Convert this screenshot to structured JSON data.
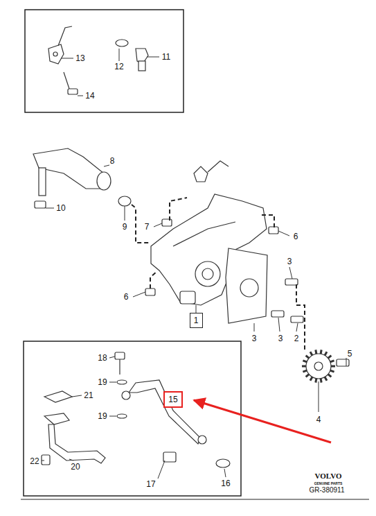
{
  "diagram": {
    "nodes": [
      {
        "text": [
          "1"
        ]
      },
      {
        "text": [
          "15"
        ]
      }
    ],
    "labels": [
      "13",
      "12",
      "11",
      "14",
      "8",
      "10",
      "9",
      "7",
      "6",
      "3",
      "6",
      "3",
      "3",
      "2",
      "5",
      "4",
      "18",
      "21",
      "19",
      "19",
      "22",
      "20",
      "17",
      "16",
      "VOLVO",
      "GENUINE PARTS",
      "GR-380911"
    ]
  }
}
